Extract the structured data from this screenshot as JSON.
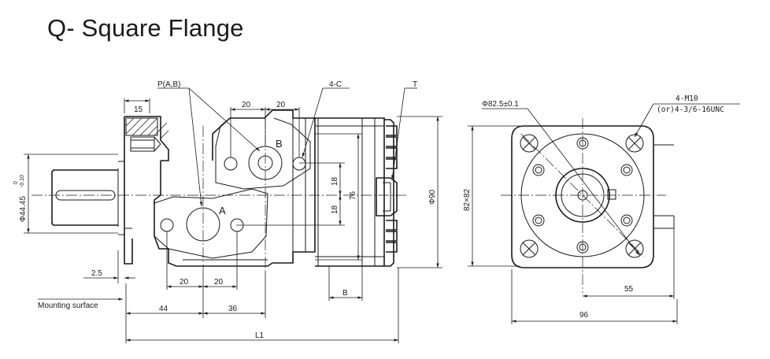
{
  "title": "Q- Square Flange",
  "side_view": {
    "labels": {
      "port": "P(A,B)",
      "holes": "4-C",
      "tap": "T",
      "port_a": "A",
      "port_b": "B"
    },
    "dims": {
      "d15": "15",
      "d20_top_left": "20",
      "d20_top_right": "20",
      "d18_upper": "18",
      "d18_lower": "18",
      "d76": "76",
      "dia90": "Φ90",
      "dia44": "Φ44.45",
      "tol_upper": "0",
      "tol_lower": "-0.10",
      "d2_5": "2.5",
      "d20_bottom_left": "20",
      "d20_bottom_right": "20",
      "dB": "B",
      "d44": "44",
      "d36": "36",
      "dL1": "L1"
    },
    "mounting_surface": "Mounting surface"
  },
  "front_view": {
    "dims": {
      "dia82_5": "Φ82.5±0.1",
      "sq82": "82×82",
      "d55": "55",
      "d96": "96"
    },
    "thread": {
      "metric": "4-M10",
      "unc": "(or)4-3/6-16UNC"
    }
  }
}
